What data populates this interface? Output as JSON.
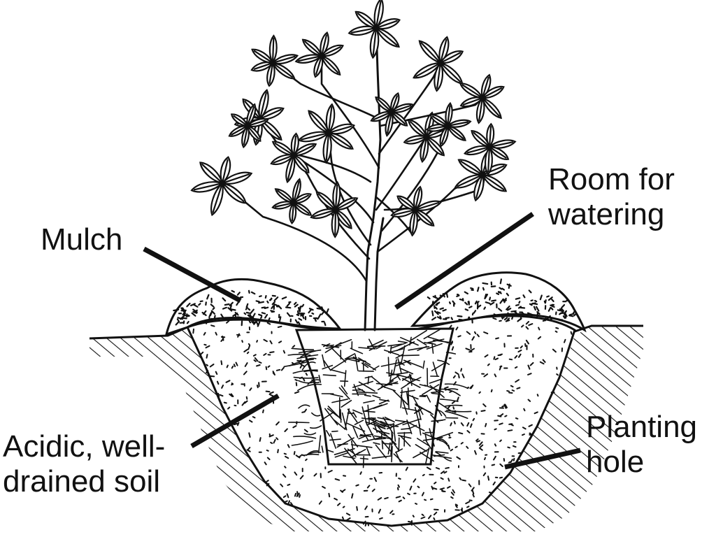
{
  "labels": {
    "mulch": "Mulch",
    "room_line1": "Room for",
    "room_line2": "watering",
    "soil_line1": "Acidic, well-",
    "soil_line2": "drained soil",
    "hole_line1": "Planting",
    "hole_line2": "hole"
  },
  "colors": {
    "ink": "#111111",
    "background": "#ffffff"
  }
}
